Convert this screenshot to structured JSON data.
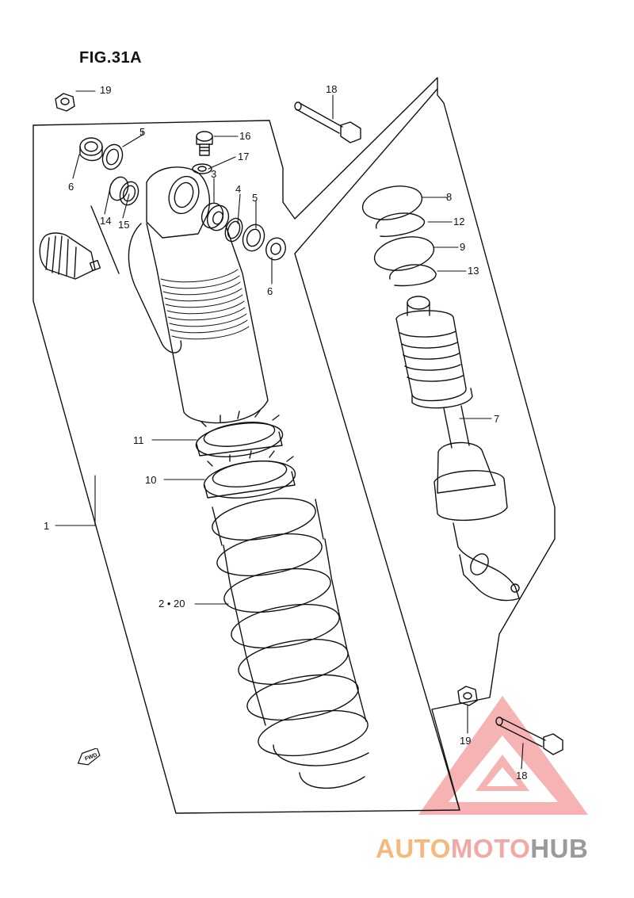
{
  "figure": {
    "title": "FIG.31A"
  },
  "callouts": {
    "c19_top": "19",
    "c18_top": "18",
    "c5_top": "5",
    "c16": "16",
    "c17": "17",
    "c6_left": "6",
    "c3": "3",
    "c4": "4",
    "c5_mid": "5",
    "c14": "14",
    "c15": "15",
    "c6_mid": "6",
    "c8": "8",
    "c12": "12",
    "c9": "9",
    "c13": "13",
    "c7": "7",
    "c11": "11",
    "c10": "10",
    "c1": "1",
    "c2_20": "2 • 20",
    "c19_bottom": "19",
    "c18_bottom": "18"
  },
  "fwd_marker": "FWD",
  "watermark": {
    "part1": "AUTO",
    "part2": "MOTO",
    "part3": "HUB",
    "color1": "#f7b87c",
    "color2": "#f2a9a5",
    "color3": "#9a9a9a",
    "logo_color": "#f08a8a"
  }
}
